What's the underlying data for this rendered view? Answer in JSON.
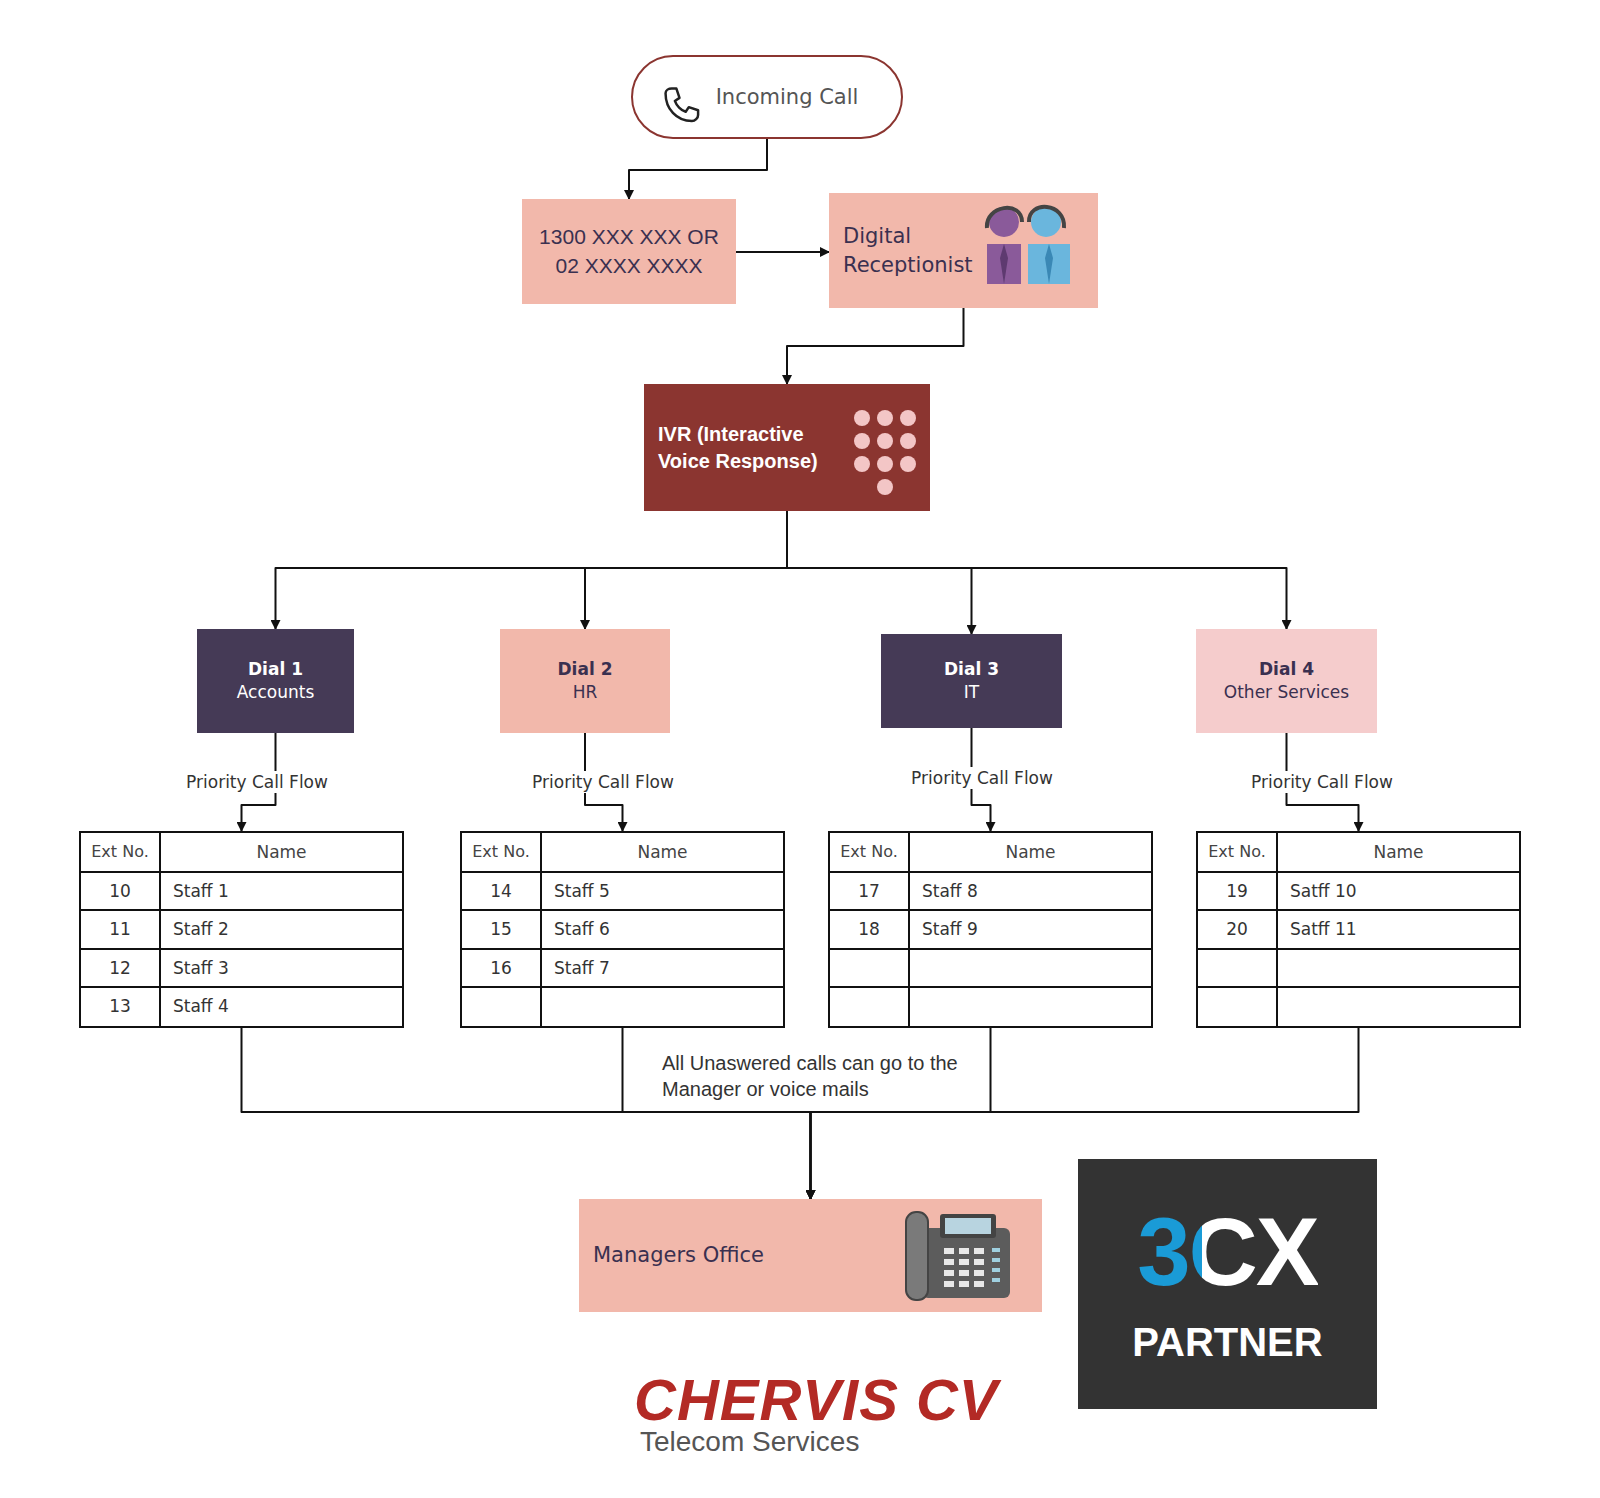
{
  "diagram": {
    "nodes": [
      {
        "text": [
          "Incoming Call"
        ]
      },
      {
        "text": [
          "1300 XXX XXX OR 02 XXXX XXXX"
        ]
      },
      {
        "text": [
          "Digital Receptionist"
        ]
      },
      {
        "text": [
          "IVR (Interactive Voice Response)"
        ]
      },
      {
        "text": [
          "Dial 1",
          "Accounts"
        ]
      },
      {
        "text": [
          "Dial 2",
          "HR"
        ]
      },
      {
        "text": [
          "Dial 3",
          "IT"
        ]
      },
      {
        "text": [
          "Dial 4",
          "Other Services"
        ]
      },
      {
        "text": [
          "Ext No.",
          "Name",
          "10",
          "Staff 1",
          "11",
          "Staff 2",
          "12",
          "Staff 3",
          "13",
          "Staff 4"
        ]
      },
      {
        "text": [
          "Ext No.",
          "Name",
          "14",
          "Staff 5",
          "15",
          "Staff 6",
          "16",
          "Staff 7"
        ]
      },
      {
        "text": [
          "Ext No.",
          "Name",
          "17",
          "Staff 8",
          "18",
          "Staff 9"
        ]
      },
      {
        "text": [
          "Ext No.",
          "Name",
          "19",
          "Satff 10",
          "20",
          "Satff 11"
        ]
      },
      {
        "text": [
          "Managers Office"
        ]
      },
      {
        "text": [
          "3CX",
          "PARTNER"
        ]
      }
    ],
    "edges": [
      {
        "from": 0,
        "to": 1,
        "arrow": "to"
      },
      {
        "from": 1,
        "to": 2,
        "arrow": "to"
      },
      {
        "from": 2,
        "to": 3,
        "arrow": "to"
      },
      {
        "from": 3,
        "to": 4,
        "arrow": "to"
      },
      {
        "from": 3,
        "to": 5,
        "arrow": "to"
      },
      {
        "from": 3,
        "to": 6,
        "arrow": "to"
      },
      {
        "from": 3,
        "to": 7,
        "arrow": "to"
      },
      {
        "from": 4,
        "to": 8,
        "label": "Priority Call Flow",
        "arrow": "to"
      },
      {
        "from": 5,
        "to": 9,
        "label": "Priority Call Flow",
        "arrow": "to"
      },
      {
        "from": 6,
        "to": 10,
        "label": "Priority Call Flow",
        "arrow": "to"
      },
      {
        "from": 7,
        "to": 11,
        "label": "Priority Call Flow",
        "arrow": "to"
      },
      {
        "from": 8,
        "to": 12,
        "arrow": "to"
      },
      {
        "from": 9,
        "to": 12,
        "arrow": "to"
      },
      {
        "from": 10,
        "to": 12,
        "arrow": "to"
      },
      {
        "from": 11,
        "to": 12,
        "arrow": "to"
      }
    ],
    "labels": [
      "All Unaswered calls can go to the Manager or voice mails",
      "CHERVIS CV",
      "Telecom Services"
    ]
  }
}
